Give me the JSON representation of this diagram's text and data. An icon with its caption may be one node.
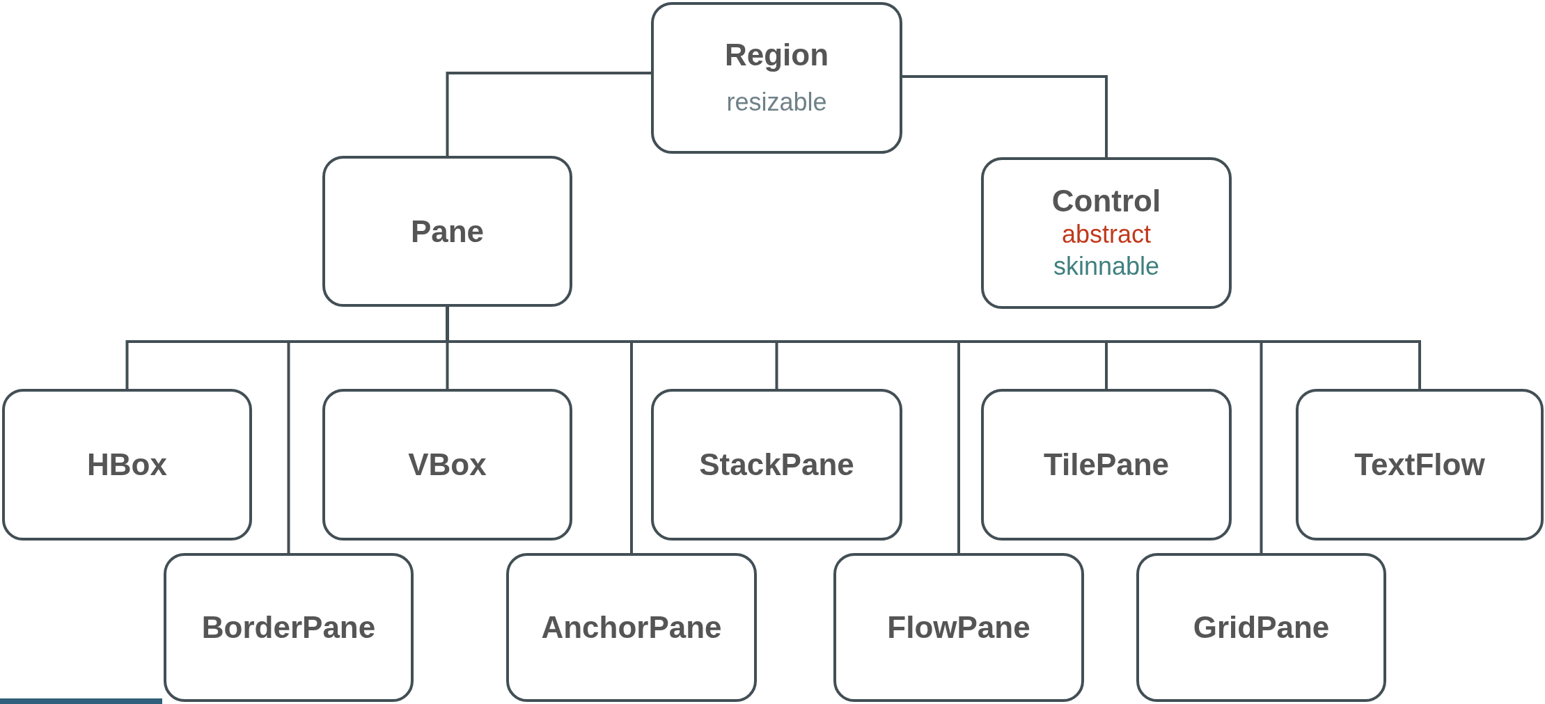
{
  "diagram": {
    "nodes": [
      {
        "text": [
          "Region",
          "resizable"
        ]
      },
      {
        "text": [
          "Pane"
        ]
      },
      {
        "text": [
          "Control",
          "abstract",
          "skinnable"
        ]
      },
      {
        "text": [
          "HBox"
        ]
      },
      {
        "text": [
          "BorderPane"
        ]
      },
      {
        "text": [
          "VBox"
        ]
      },
      {
        "text": [
          "AnchorPane"
        ]
      },
      {
        "text": [
          "StackPane"
        ]
      },
      {
        "text": [
          "FlowPane"
        ]
      },
      {
        "text": [
          "TilePane"
        ]
      },
      {
        "text": [
          "GridPane"
        ]
      },
      {
        "text": [
          "TextFlow"
        ]
      }
    ],
    "edges": [
      {
        "from": 0,
        "to": 1,
        "arrow": "none"
      },
      {
        "from": 0,
        "to": 2,
        "arrow": "none"
      },
      {
        "from": 1,
        "to": 3,
        "arrow": "none"
      },
      {
        "from": 1,
        "to": 4,
        "arrow": "none"
      },
      {
        "from": 1,
        "to": 5,
        "arrow": "none"
      },
      {
        "from": 1,
        "to": 6,
        "arrow": "none"
      },
      {
        "from": 1,
        "to": 7,
        "arrow": "none"
      },
      {
        "from": 1,
        "to": 8,
        "arrow": "none"
      },
      {
        "from": 1,
        "to": 9,
        "arrow": "none"
      },
      {
        "from": 1,
        "to": 10,
        "arrow": "none"
      },
      {
        "from": 1,
        "to": 11,
        "arrow": "none"
      }
    ]
  }
}
